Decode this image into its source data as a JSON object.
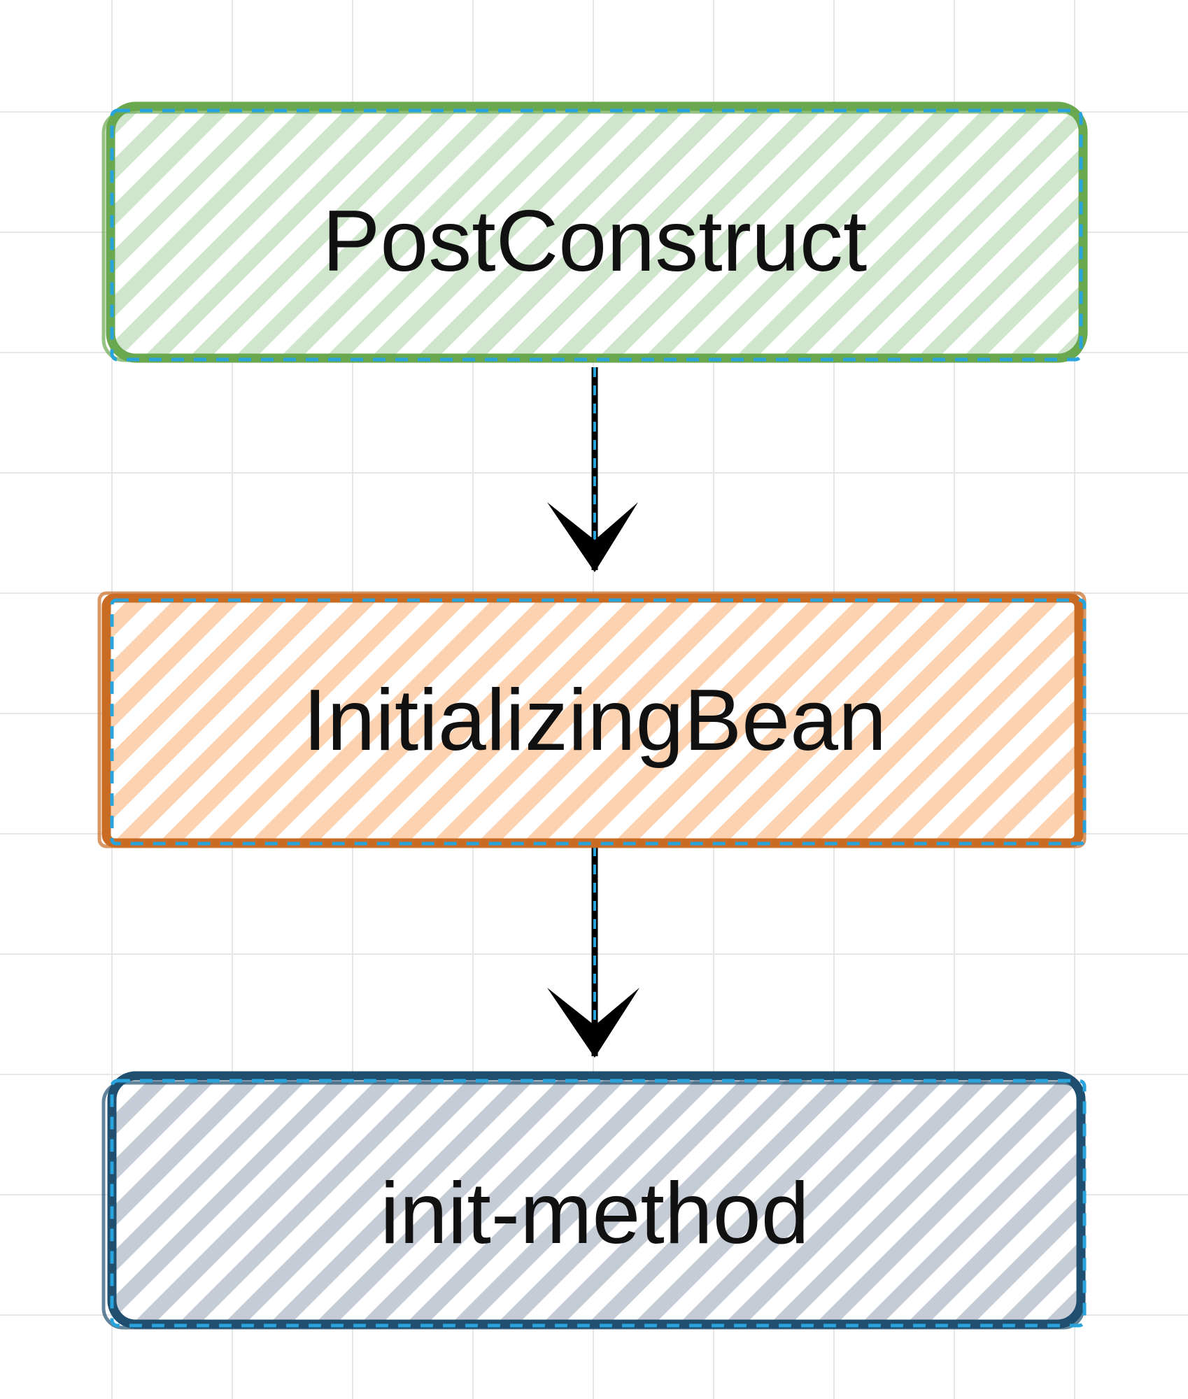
{
  "diagram": {
    "nodes": [
      {
        "id": "post-construct",
        "label": "PostConstruct",
        "stroke": "#6aa84f",
        "fill": "#cfe6cc"
      },
      {
        "id": "initializing-bean",
        "label": "InitializingBean",
        "stroke": "#c96b22",
        "fill": "#fcd2b0"
      },
      {
        "id": "init-method",
        "label": "init-method",
        "stroke": "#1f4e6e",
        "fill": "#c5ccd6"
      }
    ],
    "edges": [
      {
        "from": "post-construct",
        "to": "initializing-bean"
      },
      {
        "from": "initializing-bean",
        "to": "init-method"
      }
    ],
    "colors": {
      "grid": "#e6e6e6",
      "selection_dash": "#29a3dc",
      "arrow": "#000000"
    }
  }
}
